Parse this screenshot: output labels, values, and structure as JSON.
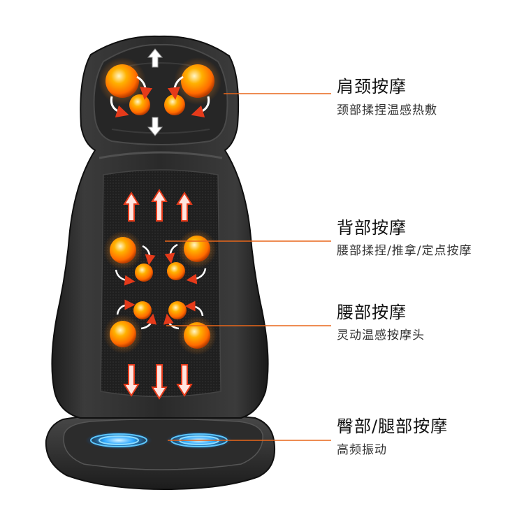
{
  "labels": [
    {
      "title": "肩颈按摩",
      "subtitle": "颈部揉捏温感热敷"
    },
    {
      "title": "背部按摩",
      "subtitle": "腰部揉捏/推拿/定点按摩"
    },
    {
      "title": "腰部按摩",
      "subtitle": "灵动温感按摩头"
    },
    {
      "title": "臀部/腿部按摩",
      "subtitle": "高频振动"
    }
  ],
  "colors": {
    "accent_line": "#e8661a",
    "massage_head": "#ff8a00",
    "vibration_glow": "#2aa7ff",
    "cushion": "#2b2b2b"
  },
  "icons": [
    "arrow-up-icon",
    "arrow-down-icon",
    "rotation-arrow-icon"
  ]
}
